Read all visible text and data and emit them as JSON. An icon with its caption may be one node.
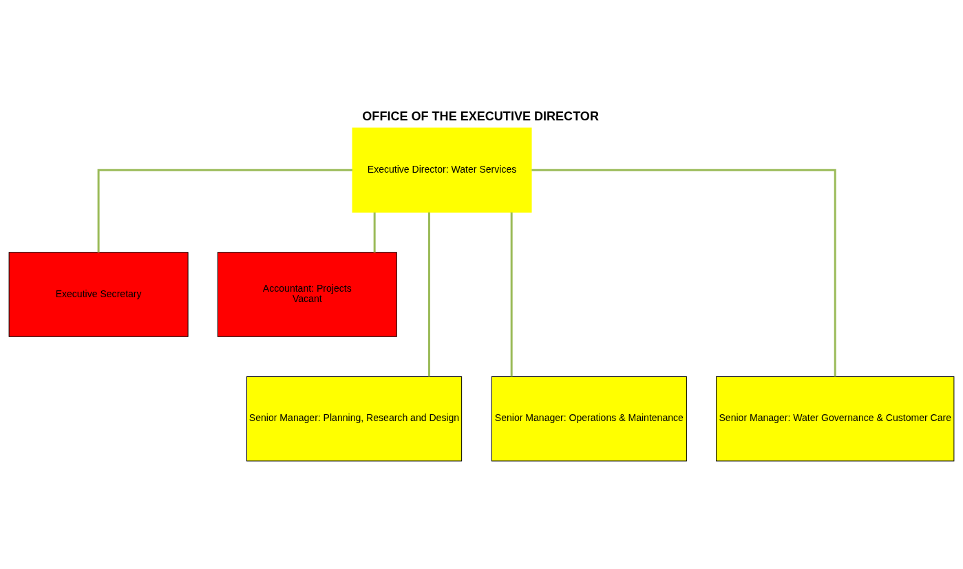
{
  "diagram": {
    "title": "OFFICE OF THE EXECUTIVE DIRECTOR",
    "nodes": [
      {
        "text": [
          "Executive Director: Water Services"
        ]
      },
      {
        "text": [
          "Executive Secretary"
        ]
      },
      {
        "text": [
          "Accountant: Projects",
          "Vacant"
        ]
      },
      {
        "text": [
          "Senior Manager: Planning, Research and Design"
        ]
      },
      {
        "text": [
          "Senior Manager: Operations & Maintenance"
        ]
      },
      {
        "text": [
          "Senior Manager: Water Governance & Customer Care"
        ]
      }
    ],
    "edges": [
      {
        "from": 0,
        "to": 1,
        "arrow": "none",
        "color": "#9bbb59"
      },
      {
        "from": 0,
        "to": 2,
        "arrow": "none",
        "color": "#9bbb59"
      },
      {
        "from": 0,
        "to": 3,
        "arrow": "none",
        "color": "#9bbb59"
      },
      {
        "from": 0,
        "to": 4,
        "arrow": "none",
        "color": "#9bbb59"
      },
      {
        "from": 0,
        "to": 5,
        "arrow": "none",
        "color": "#9bbb59"
      }
    ]
  }
}
